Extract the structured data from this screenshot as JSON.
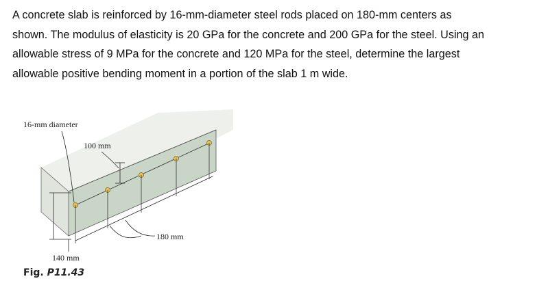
{
  "problem": {
    "lines": [
      "A concrete slab is reinforced by 16-mm-diameter steel rods placed on 180-mm centers as",
      "shown. The modulus of elasticity is 20 GPa for the concrete and 200 GPa for the steel. Using an",
      "allowable stress of 9 MPa for the concrete and 120 MPa for the steel, determine the largest",
      "allowable positive bending moment in a portion of the slab 1 m wide."
    ]
  },
  "figure": {
    "labels": {
      "diameter": "16-mm diameter",
      "depth": "100 mm",
      "spacing": "180 mm",
      "thickness": "140 mm"
    },
    "caption_prefix": "Fig.",
    "caption_number": "P11.43",
    "colors": {
      "concrete_face": "#c9d5c7",
      "concrete_top": "#e9ece6",
      "rod": "#d9b24a",
      "line": "#333333"
    }
  }
}
